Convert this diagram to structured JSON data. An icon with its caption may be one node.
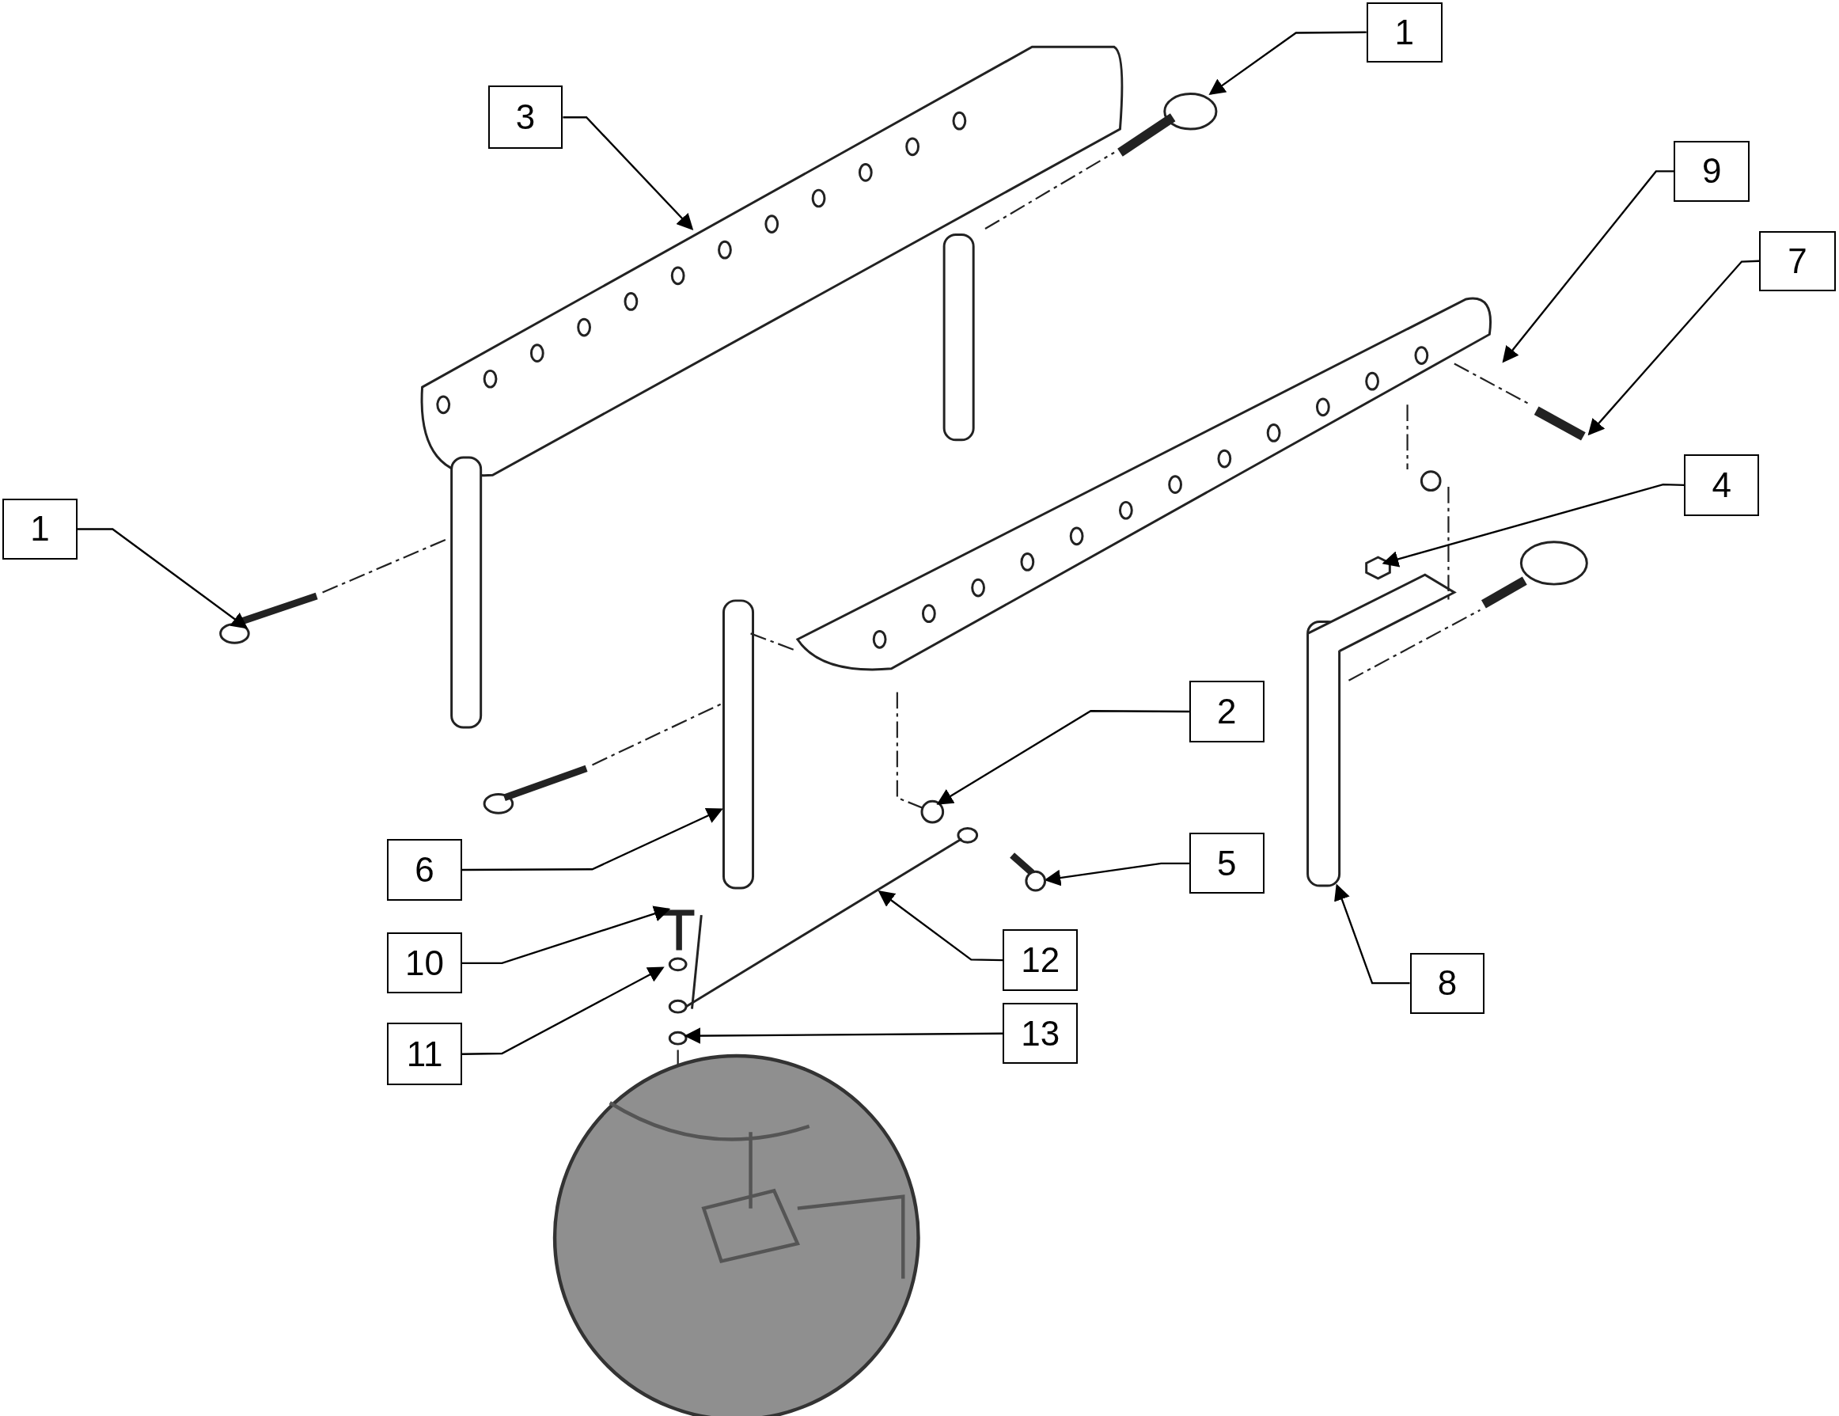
{
  "diagram": {
    "nodes": [
      {
        "text": [
          "1"
        ]
      },
      {
        "text": [
          "3"
        ]
      },
      {
        "text": [
          "9"
        ]
      },
      {
        "text": [
          "7"
        ]
      },
      {
        "text": [
          "4"
        ]
      },
      {
        "text": [
          "1"
        ]
      },
      {
        "text": [
          "2"
        ]
      },
      {
        "text": [
          "5"
        ]
      },
      {
        "text": [
          "6"
        ]
      },
      {
        "text": [
          "10"
        ]
      },
      {
        "text": [
          "12"
        ]
      },
      {
        "text": [
          "8"
        ]
      },
      {
        "text": [
          "11"
        ]
      },
      {
        "text": [
          "13"
        ]
      },
      {
        "text": [],
        "shape": "picture"
      }
    ],
    "edges": [
      {
        "from": 0,
        "to": null,
        "arrow": "to"
      },
      {
        "from": 1,
        "to": null,
        "arrow": "to"
      },
      {
        "from": 2,
        "to": null,
        "arrow": "to"
      },
      {
        "from": 3,
        "to": null,
        "arrow": "to"
      },
      {
        "from": 4,
        "to": null,
        "arrow": "to"
      },
      {
        "from": 5,
        "to": null,
        "arrow": "to"
      },
      {
        "from": 6,
        "to": null,
        "arrow": "to"
      },
      {
        "from": 7,
        "to": 14,
        "arrow": "to"
      },
      {
        "from": 8,
        "to": null,
        "arrow": "to"
      },
      {
        "from": 9,
        "to": null,
        "arrow": "to"
      },
      {
        "from": 10,
        "to": null,
        "arrow": "to"
      },
      {
        "from": 11,
        "to": null,
        "arrow": "to"
      },
      {
        "from": 12,
        "to": null,
        "arrow": "to"
      },
      {
        "from": 13,
        "to": null,
        "arrow": "to"
      }
    ]
  }
}
